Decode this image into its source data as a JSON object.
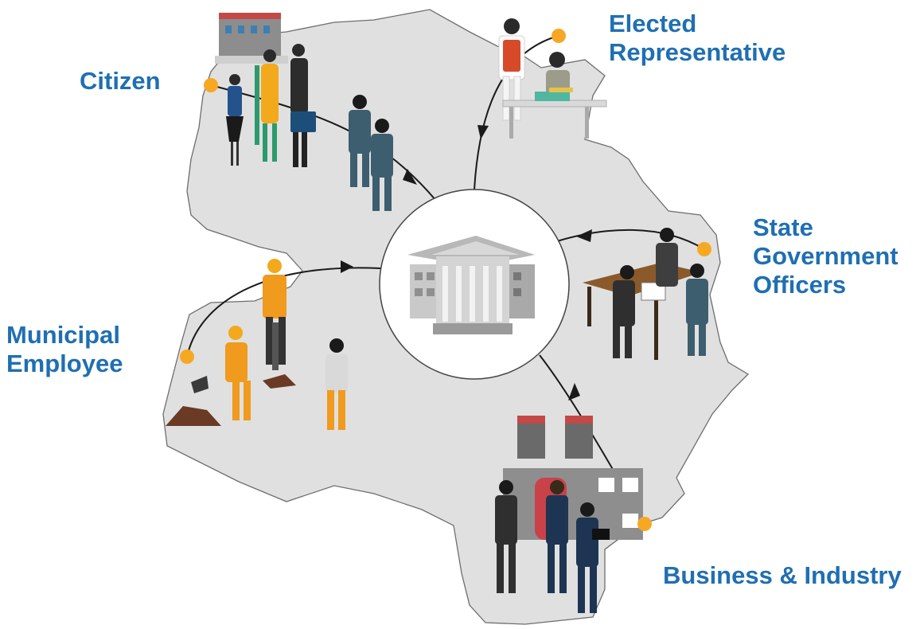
{
  "labels": {
    "citizen": [
      "Citizen"
    ],
    "elected": [
      "Elected",
      "Representative"
    ],
    "state": [
      "State",
      "Government",
      "Officers"
    ],
    "municipal": [
      "Municipal",
      "Employee"
    ],
    "business": [
      "Business & Industry"
    ]
  },
  "colors": {
    "label_text": "#1f6fb2",
    "map_fill": "#e0e0e0",
    "map_stroke": "#6e6e6e",
    "node_dot": "#f7a823",
    "arrow": "#1a1a1a",
    "hub_fill": "#ffffff",
    "hub_stroke": "#444444"
  },
  "icons": {
    "hub": "government-building-icon",
    "citizen": "citizens-group-icon",
    "elected": "politician-at-desk-icon",
    "state": "officers-at-desk-icon",
    "municipal": "construction-workers-icon",
    "business": "factory-handshake-icon"
  }
}
